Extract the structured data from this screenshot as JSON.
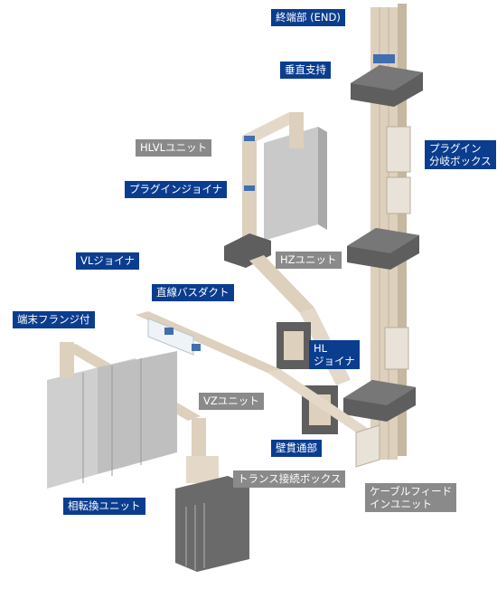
{
  "colors": {
    "accent_blue": "#0b3d8f",
    "label_gray": "#8a8a8a",
    "duct": "#ddd0bd",
    "duct_shade": "#c6b7a1",
    "concrete": "#5e5e5e",
    "cabinet": "#bfbfbf",
    "transformer": "#6a6a6a"
  },
  "labels": {
    "end_terminal": "終端部 (END)",
    "vertical_support": "垂直支持",
    "plugin_box": "プラグイン\n分岐ボックス",
    "hlvl_unit": "HLVLユニット",
    "plugin_joiner": "プラグインジョイナ",
    "hz_unit": "HZユニット",
    "vl_joiner": "VLジョイナ",
    "straight_duct": "直線バスダクト",
    "terminal_flange": "端末フランジ付",
    "hl_joiner": "HL\nジョイナ",
    "vz_unit": "VZユニット",
    "wall_penetration": "壁貫通部",
    "transformer_box": "トランス接続ボックス",
    "cable_feed_unit": "ケーブルフィード\nインユニット",
    "phase_unit": "相転換ユニット"
  }
}
